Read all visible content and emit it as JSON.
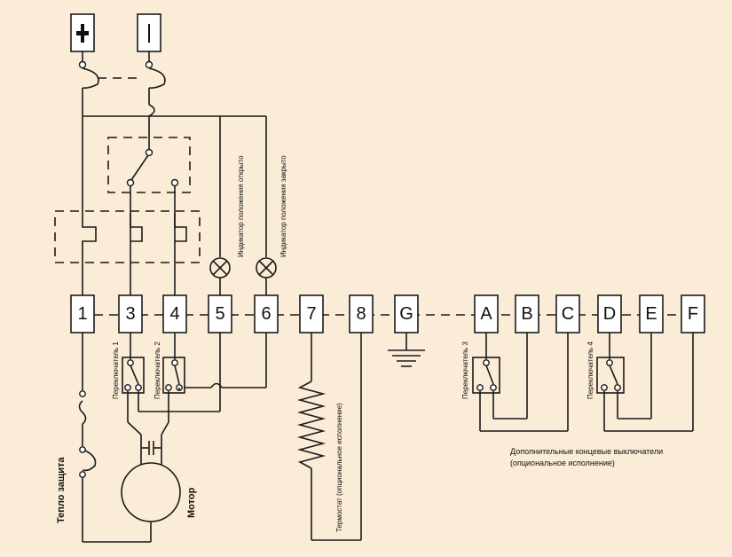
{
  "terminals": [
    {
      "id": "t1",
      "label": "1"
    },
    {
      "id": "t3",
      "label": "3"
    },
    {
      "id": "t4",
      "label": "4"
    },
    {
      "id": "t5",
      "label": "5"
    },
    {
      "id": "t6",
      "label": "6"
    },
    {
      "id": "t7",
      "label": "7"
    },
    {
      "id": "t8",
      "label": "8"
    },
    {
      "id": "tG",
      "label": "G"
    },
    {
      "id": "tA",
      "label": "A"
    },
    {
      "id": "tB",
      "label": "B"
    },
    {
      "id": "tC",
      "label": "C"
    },
    {
      "id": "tD",
      "label": "D"
    },
    {
      "id": "tE",
      "label": "E"
    },
    {
      "id": "tF",
      "label": "F"
    }
  ],
  "labels": {
    "indicator_open": "Индикатор положения открыто",
    "indicator_closed": "Индикатор положения закрыто",
    "switch1": "Переключатель 1",
    "switch2": "Переключатель 2",
    "switch3": "Переключатель 3",
    "switch4": "Переключатель 4",
    "thermal_protection": "Тепло защита",
    "motor": "Мотор",
    "thermostat": "Термостат (опциональное исполнение)",
    "extra_switches_line1": "Дополнительные концевые выключатели",
    "extra_switches_line2": "(опциональное исполнение)"
  },
  "colors": {
    "background": "#faecd6",
    "line": "#1a1a1a"
  }
}
